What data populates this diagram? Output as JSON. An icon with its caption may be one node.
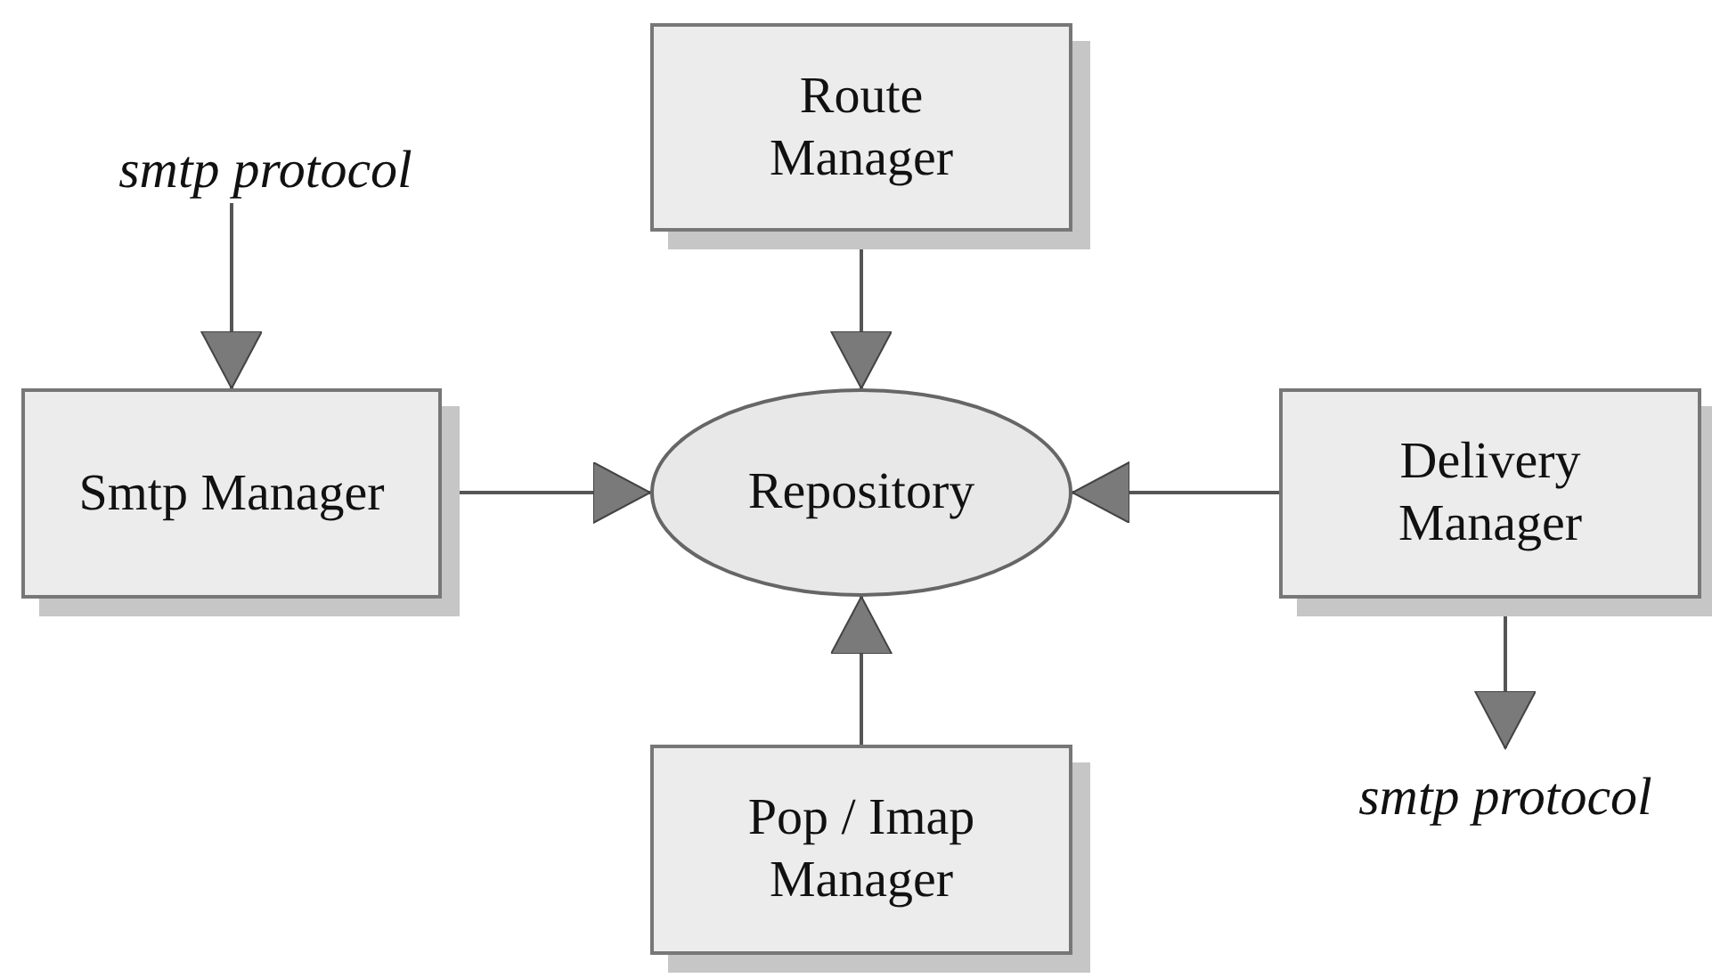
{
  "diagram": {
    "nodes": [
      {
        "text": [
          "Route Manager"
        ]
      },
      {
        "text": [
          "smtp protocol"
        ]
      },
      {
        "text": [
          "Smtp Manager"
        ]
      },
      {
        "text": [
          "Repository"
        ]
      },
      {
        "text": [
          "Delivery Manager"
        ]
      },
      {
        "text": [
          "Pop / Imap Manager"
        ]
      },
      {
        "text": [
          "smtp protocol"
        ]
      }
    ],
    "edges": [
      {
        "from": 1,
        "to": 2,
        "arrow": "to"
      },
      {
        "from": 0,
        "to": 3,
        "arrow": "to"
      },
      {
        "from": 2,
        "to": 3,
        "arrow": "to"
      },
      {
        "from": 4,
        "to": 3,
        "arrow": "to"
      },
      {
        "from": 5,
        "to": 3,
        "arrow": "to"
      },
      {
        "from": 4,
        "to": 6,
        "arrow": "to"
      }
    ]
  }
}
